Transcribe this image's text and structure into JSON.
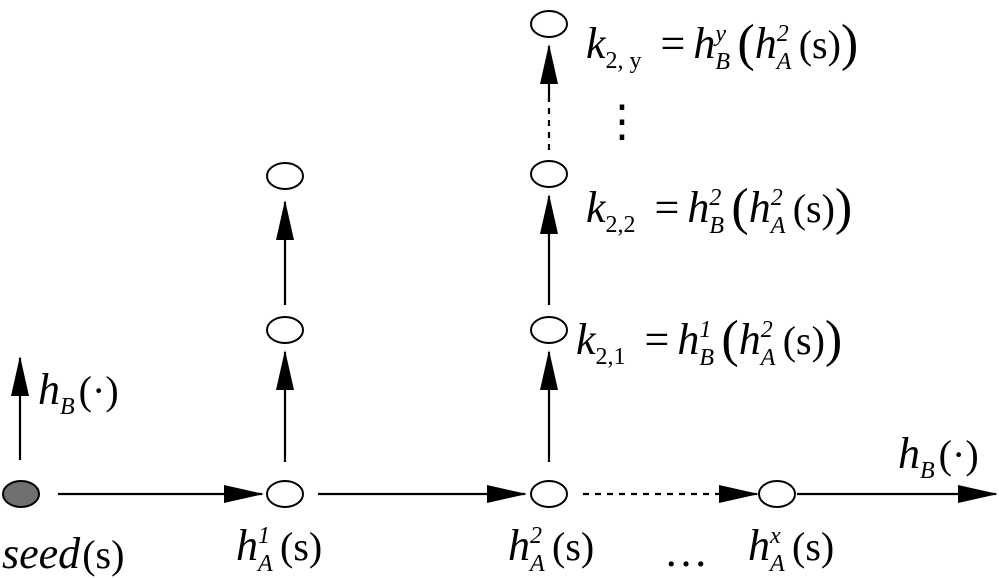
{
  "nodes": {
    "seed_label": {
      "base": "seed",
      "arg": "(s)"
    },
    "h1_label": {
      "base": "h",
      "sup": "1",
      "sub": "A",
      "arg": "(s)"
    },
    "h2_label": {
      "base": "h",
      "sup": "2",
      "sub": "A",
      "arg": "(s)"
    },
    "hx_label": {
      "base": "h",
      "sup": "x",
      "sub": "A",
      "arg": "(s)"
    },
    "dots": "…"
  },
  "arrows": {
    "hb_left": {
      "base": "h",
      "sub": "B",
      "arg": "(·)"
    },
    "hb_right": {
      "base": "h",
      "sub": "B",
      "arg": "(·)"
    }
  },
  "keys": {
    "k21": {
      "k": "k",
      "idx": "2,1",
      "eq": "=",
      "h": "h",
      "hsup": "1",
      "hsub": "B",
      "inner_h": "h",
      "inner_sup": "2",
      "inner_sub": "A",
      "inner_arg": "(s)",
      "lp": "(",
      "rp": ")"
    },
    "k22": {
      "k": "k",
      "idx": "2,2",
      "eq": "=",
      "h": "h",
      "hsup": "2",
      "hsub": "B",
      "inner_h": "h",
      "inner_sup": "2",
      "inner_sub": "A",
      "inner_arg": "(s)",
      "lp": "(",
      "rp": ")"
    },
    "k2y": {
      "k": "k",
      "idx": "2, y",
      "eq": "=",
      "h": "h",
      "hsup": "y",
      "hsub": "B",
      "inner_h": "h",
      "inner_sup": "2",
      "inner_sub": "A",
      "inner_arg": "(s)",
      "lp": "(",
      "rp": ")"
    },
    "vdots": "⋮"
  },
  "colors": {
    "seed_fill": "#707070",
    "stroke": "#000000",
    "node_fill": "#ffffff"
  }
}
